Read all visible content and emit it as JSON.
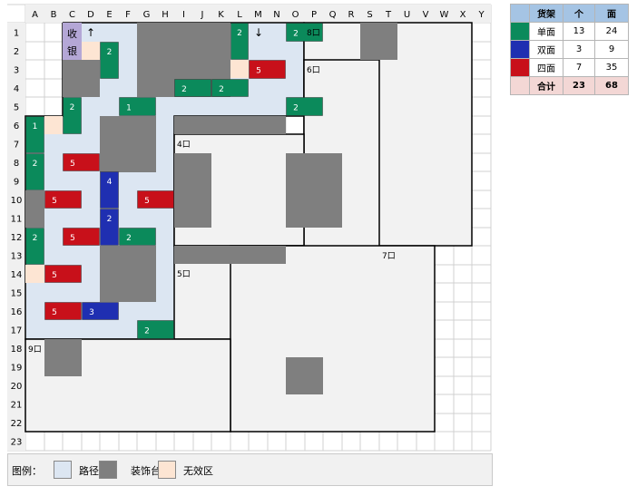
{
  "columns": [
    "A",
    "B",
    "C",
    "D",
    "E",
    "F",
    "G",
    "H",
    "I",
    "J",
    "K",
    "L",
    "M",
    "N",
    "O",
    "P",
    "Q",
    "R",
    "S",
    "T",
    "U",
    "V",
    "W",
    "X",
    "Y"
  ],
  "rows": [
    "1",
    "2",
    "3",
    "4",
    "5",
    "6",
    "7",
    "8",
    "9",
    "10",
    "11",
    "12",
    "13",
    "14",
    "15",
    "16",
    "17",
    "18",
    "19",
    "20",
    "21",
    "22",
    "23"
  ],
  "colors": {
    "single": "#0b8a5b",
    "double": "#1f2fb1",
    "quad": "#c8101a",
    "path": "#dce6f2",
    "decor": "#7f7f7f",
    "invalid": "#fde5d3",
    "header_fill": "#f0f0f0"
  },
  "cashier": {
    "line1": "收",
    "line2": "银"
  },
  "arrows": {
    "in": "↑",
    "out": "↓"
  },
  "zones": [
    {
      "label": "8口"
    },
    {
      "label": "6口"
    },
    {
      "label": "4口"
    },
    {
      "label": "5口"
    },
    {
      "label": "7口"
    },
    {
      "label": "9口"
    }
  ],
  "shelves": [
    {
      "n": "2"
    },
    {
      "n": "2"
    },
    {
      "n": "2"
    },
    {
      "n": "5"
    },
    {
      "n": "2"
    },
    {
      "n": "2"
    },
    {
      "n": "2"
    },
    {
      "n": "1"
    },
    {
      "n": "2"
    },
    {
      "n": "1"
    },
    {
      "n": "2"
    },
    {
      "n": "5"
    },
    {
      "n": "4"
    },
    {
      "n": "5"
    },
    {
      "n": "5"
    },
    {
      "n": "2"
    },
    {
      "n": "2"
    },
    {
      "n": "5"
    },
    {
      "n": "2"
    },
    {
      "n": "5"
    },
    {
      "n": "5"
    },
    {
      "n": "3"
    },
    {
      "n": "2"
    }
  ],
  "legend": {
    "title": "图例：",
    "path": "路径",
    "decor": "装饰台",
    "invalid": "无效区"
  },
  "summary": {
    "headers": [
      "货架",
      "个",
      "面"
    ],
    "rows": [
      {
        "name": "单面",
        "count": "13",
        "faces": "24"
      },
      {
        "name": "双面",
        "count": "3",
        "faces": "9"
      },
      {
        "name": "四面",
        "count": "7",
        "faces": "35"
      }
    ],
    "total": {
      "name": "合计",
      "count": "23",
      "faces": "68"
    }
  }
}
